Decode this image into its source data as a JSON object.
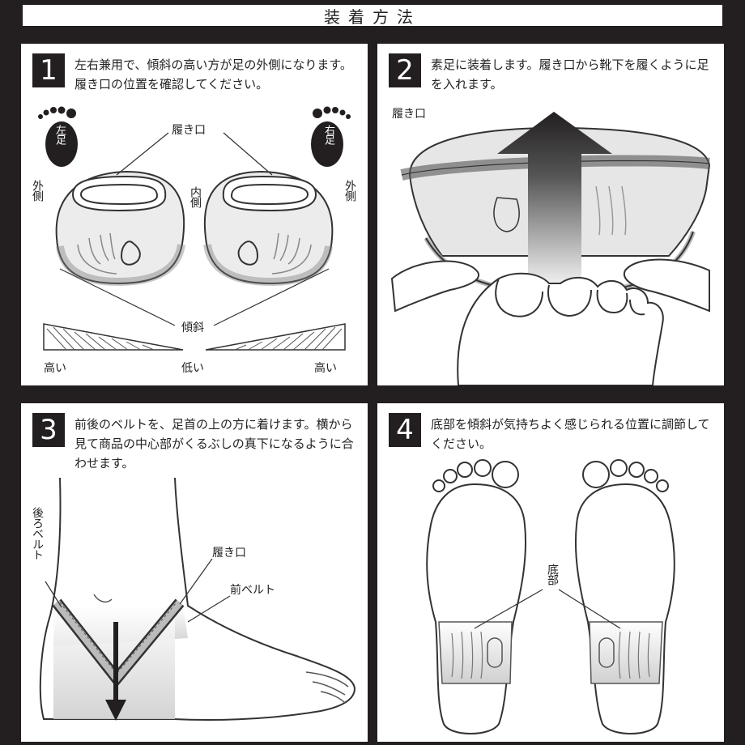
{
  "title": "装着方法",
  "steps": [
    {
      "number": "1",
      "text": "左右兼用で、傾斜の高い方が足の外側になります。履き口の位置を確認してください。",
      "labels": {
        "left_foot": "左足",
        "right_foot": "右足",
        "opening": "履き口",
        "outer_left": "外側",
        "inner": "内側",
        "outer_right": "外側",
        "slope": "傾斜",
        "high_left": "高い",
        "low": "低い",
        "high_right": "高い"
      }
    },
    {
      "number": "2",
      "text": "素足に装着します。履き口から靴下を履くように足を入れます。",
      "labels": {
        "opening": "履き口"
      }
    },
    {
      "number": "3",
      "text": "前後のベルトを、足首の上の方に着けます。横から見て商品の中心部がくるぶしの真下になるように合わせます。",
      "labels": {
        "back_belt": "後ろベルト",
        "opening": "履き口",
        "front_belt": "前ベルト"
      }
    },
    {
      "number": "4",
      "text": "底部を傾斜が気持ちよく感じられる位置に調節してください。",
      "labels": {
        "bottom": "底部"
      }
    }
  ]
}
